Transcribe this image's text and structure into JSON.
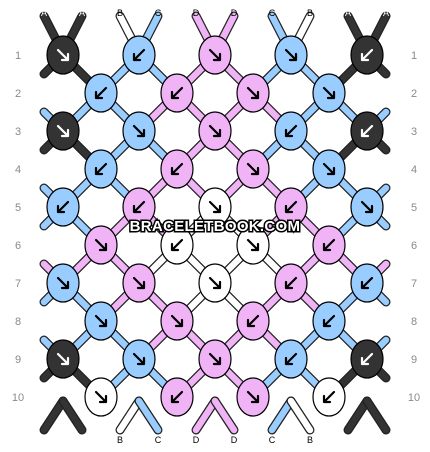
{
  "site_watermark": "BRACELETBOOK.COM",
  "colors": {
    "A": "#333333",
    "B": "#ffffff",
    "C": "#99ccff",
    "D": "#f0b3f5"
  },
  "top_strings": [
    "A",
    "A",
    "B",
    "C",
    "D",
    "D",
    "C",
    "B",
    "A",
    "A"
  ],
  "bottom_strings": [
    "A",
    "A",
    "B",
    "C",
    "D",
    "D",
    "C",
    "B",
    "A",
    "A"
  ],
  "row_labels": [
    "1",
    "2",
    "3",
    "4",
    "5",
    "6",
    "7",
    "8",
    "9",
    "10"
  ],
  "knots": [
    [
      [
        "A",
        "se"
      ],
      [
        "C",
        "sw"
      ],
      [
        "D",
        "se"
      ],
      [
        "C",
        "se"
      ],
      [
        "A",
        "sw"
      ]
    ],
    [
      [
        "C",
        "sw"
      ],
      [
        "D",
        "sw"
      ],
      [
        "D",
        "se"
      ],
      [
        "C",
        "se"
      ]
    ],
    [
      [
        "A",
        "se"
      ],
      [
        "C",
        "se"
      ],
      [
        "D",
        "se"
      ],
      [
        "C",
        "sw"
      ],
      [
        "A",
        "sw"
      ]
    ],
    [
      [
        "C",
        "sw"
      ],
      [
        "D",
        "sw"
      ],
      [
        "D",
        "se"
      ],
      [
        "C",
        "se"
      ]
    ],
    [
      [
        "C",
        "sw"
      ],
      [
        "D",
        "sw"
      ],
      [
        "B",
        "se"
      ],
      [
        "D",
        "sw"
      ],
      [
        "C",
        "se"
      ]
    ],
    [
      [
        "D",
        "se"
      ],
      [
        "B",
        "sw"
      ],
      [
        "B",
        "se"
      ],
      [
        "D",
        "sw"
      ]
    ],
    [
      [
        "C",
        "se"
      ],
      [
        "D",
        "se"
      ],
      [
        "B",
        "se"
      ],
      [
        "D",
        "sw"
      ],
      [
        "C",
        "sw"
      ]
    ],
    [
      [
        "C",
        "se"
      ],
      [
        "D",
        "se"
      ],
      [
        "D",
        "sw"
      ],
      [
        "C",
        "sw"
      ]
    ],
    [
      [
        "A",
        "se"
      ],
      [
        "C",
        "se"
      ],
      [
        "D",
        "se"
      ],
      [
        "C",
        "sw"
      ],
      [
        "A",
        "sw"
      ]
    ],
    [
      [
        "B",
        "se"
      ],
      [
        "D",
        "sw"
      ],
      [
        "D",
        "se"
      ],
      [
        "B",
        "sw"
      ]
    ]
  ]
}
